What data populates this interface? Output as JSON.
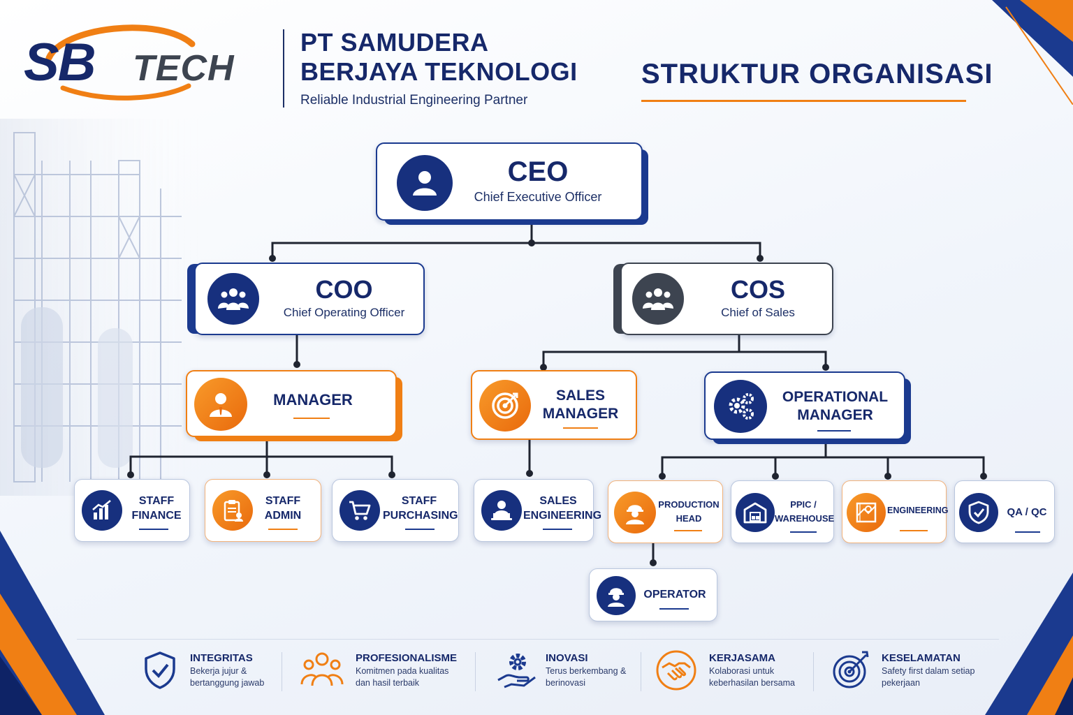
{
  "brand": {
    "logo_sb": "SB",
    "logo_tech": "TECH",
    "company_line1": "PT SAMUDERA",
    "company_line2": "BERJAYA TEKNOLOGI",
    "tagline": "Reliable Industrial Engineering Partner"
  },
  "page_title": "STRUKTUR ORGANISASI",
  "colors": {
    "navy": "#16286a",
    "blue": "#1b3a8f",
    "orange": "#f07f14",
    "gray": "#3d4450"
  },
  "org": {
    "ceo": {
      "title": "CEO",
      "subtitle": "Chief Executive Officer",
      "icon": "user-icon"
    },
    "coo": {
      "title": "COO",
      "subtitle": "Chief Operating Officer",
      "icon": "team-icon"
    },
    "cos": {
      "title": "COS",
      "subtitle": "Chief of Sales",
      "icon": "team-icon"
    },
    "manager": {
      "title": "MANAGER",
      "icon": "manager-icon"
    },
    "sales_manager": {
      "line1": "SALES",
      "line2": "MANAGER",
      "icon": "target-icon"
    },
    "operational_manager": {
      "line1": "OPERATIONAL",
      "line2": "MANAGER",
      "icon": "gears-icon"
    },
    "staff_finance": {
      "line1": "STAFF",
      "line2": "FINANCE",
      "icon": "chart-icon"
    },
    "staff_admin": {
      "line1": "STAFF",
      "line2": "ADMIN",
      "icon": "clipboard-icon"
    },
    "staff_purchasing": {
      "line1": "STAFF",
      "line2": "PURCHASING",
      "icon": "cart-icon"
    },
    "sales_engineering": {
      "line1": "SALES",
      "line2": "ENGINEERING",
      "icon": "laptop-user-icon"
    },
    "production_head": {
      "line1": "PRODUCTION",
      "line2": "HEAD",
      "icon": "worker-icon"
    },
    "ppic_warehouse": {
      "line1": "PPIC /",
      "line2": "WAREHOUSE",
      "icon": "warehouse-icon"
    },
    "engineering": {
      "title": "ENGINEERING",
      "icon": "blueprint-icon"
    },
    "qa_qc": {
      "title": "QA / QC",
      "icon": "shield-check-icon"
    },
    "operator": {
      "title": "OPERATOR",
      "icon": "operator-icon"
    }
  },
  "values": [
    {
      "title": "INTEGRITAS",
      "line1": "Bekerja jujur &",
      "line2": "bertanggung jawab",
      "icon": "shield-check-icon"
    },
    {
      "title": "PROFESIONALISME",
      "line1": "Komitmen pada kualitas",
      "line2": "dan hasil terbaik",
      "icon": "team-icon"
    },
    {
      "title": "INOVASI",
      "line1": "Terus berkembang &",
      "line2": "berinovasi",
      "icon": "gear-hand-icon"
    },
    {
      "title": "KERJASAMA",
      "line1": "Kolaborasi untuk",
      "line2": "keberhasilan bersama",
      "icon": "handshake-icon"
    },
    {
      "title": "KESELAMATAN",
      "line1": "Safety first dalam setiap",
      "line2": "pekerjaan",
      "icon": "target-icon"
    }
  ]
}
